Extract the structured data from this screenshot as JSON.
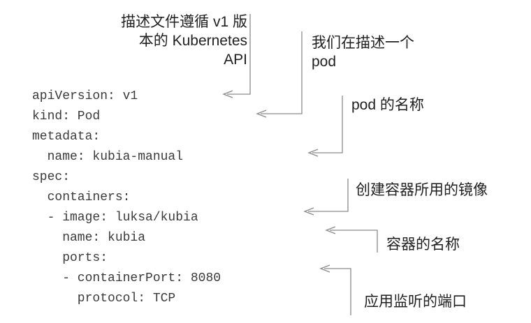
{
  "code": {
    "lines": [
      "apiVersion: v1",
      "kind: Pod",
      "metadata:",
      "  name: kubia-manual",
      "spec:",
      "  containers:",
      "  - image: luksa/kubia",
      "    name: kubia",
      "    ports:",
      "    - containerPort: 8080",
      "      protocol: TCP"
    ]
  },
  "annotations": {
    "api_version_line1": "描述文件遵循 v1 版",
    "api_version_line2": "本的 Kubernetes",
    "api_version_line3": "API",
    "kind_line1": "我们在描述一个",
    "kind_line2": "pod",
    "pod_name": "pod 的名称",
    "image": "创建容器所用的镜像",
    "container_name": "容器的名称",
    "port": "应用监听的端口"
  },
  "colors": {
    "code_text": "#3a3a3a",
    "annotation_text": "#1f1f1f",
    "callout_line": "#8a8a8a"
  }
}
